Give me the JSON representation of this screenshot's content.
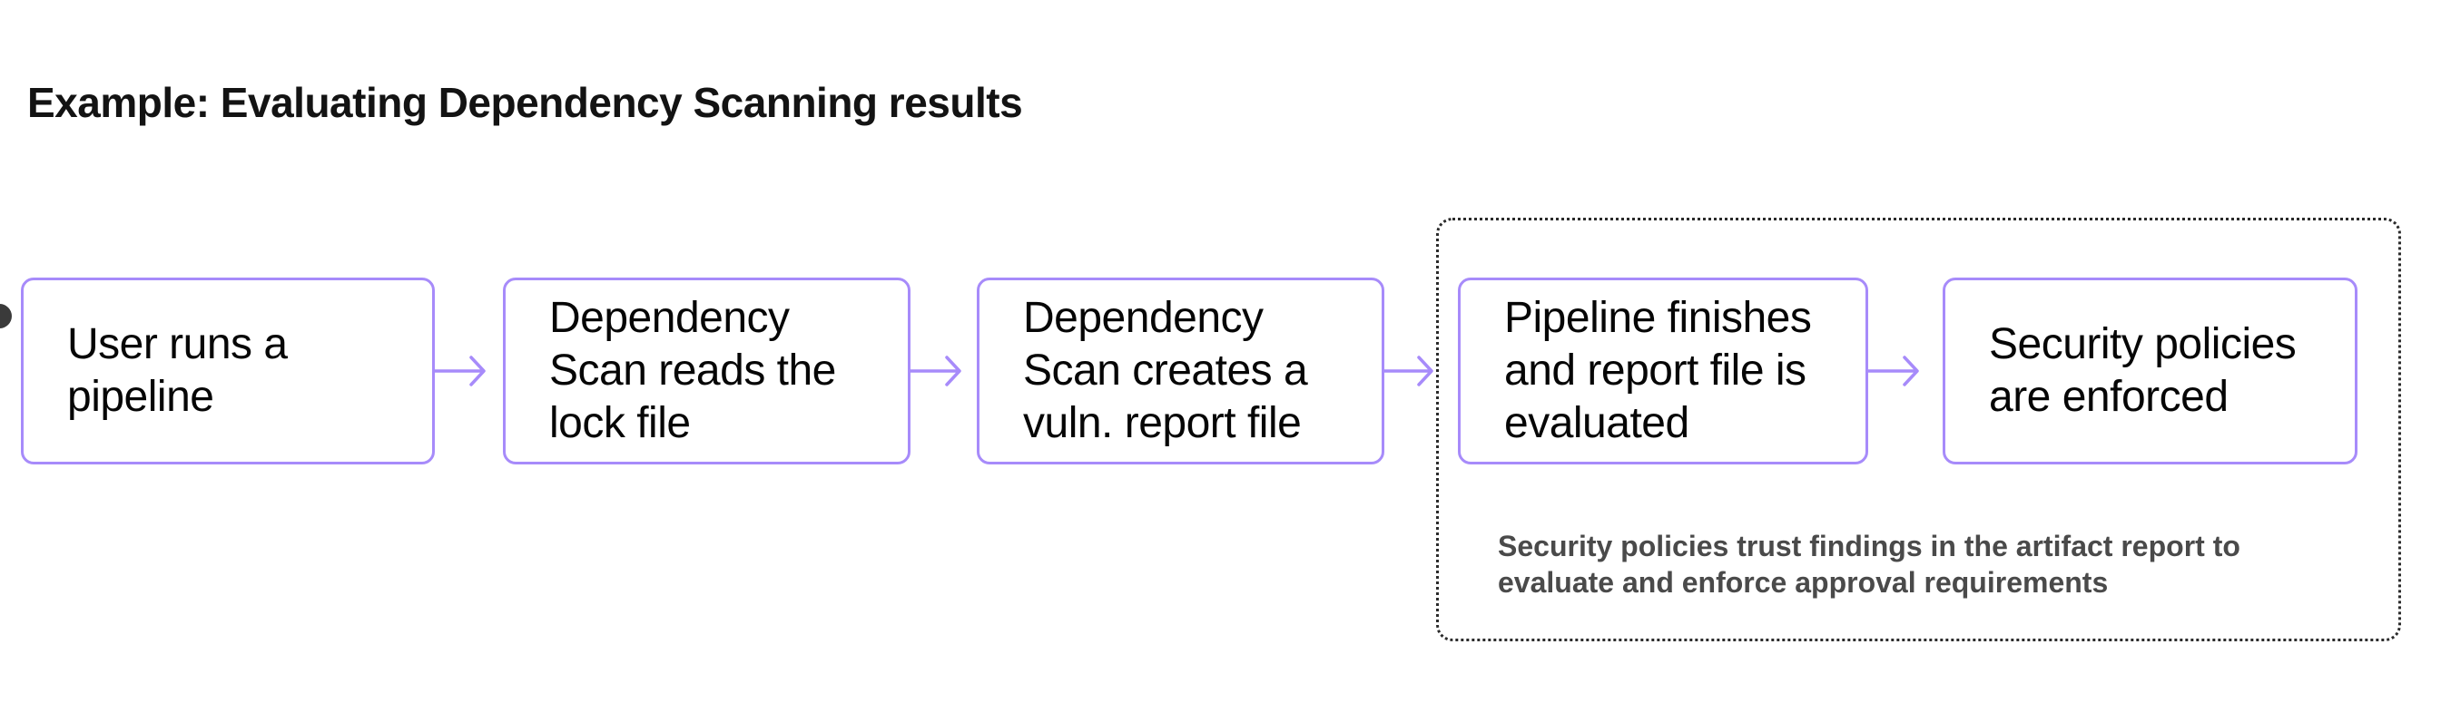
{
  "title": "Example: Evaluating Dependency Scanning results",
  "flow": {
    "steps": [
      {
        "id": "user-runs-pipeline",
        "label": "User runs a\npipeline"
      },
      {
        "id": "dep-scan-reads-lock-file",
        "label": "Dependency\nScan reads the\nlock file"
      },
      {
        "id": "dep-scan-creates-report",
        "label": "Dependency\nScan creates a\nvuln. report file"
      },
      {
        "id": "pipeline-finishes",
        "label": "Pipeline finishes\nand report file is\nevaluated"
      },
      {
        "id": "policies-enforced",
        "label": "Security policies\nare enforced"
      }
    ],
    "group_note": "Security policies trust findings in the artifact report to\nevaluate and enforce approval requirements"
  },
  "colors": {
    "node_border": "#a78bfa",
    "arrow": "#a78bfa",
    "node_text": "#060606",
    "title_text": "#131313",
    "note_text": "#4a4a4a",
    "group_border": "#2b2b2b",
    "background": "#ffffff"
  }
}
